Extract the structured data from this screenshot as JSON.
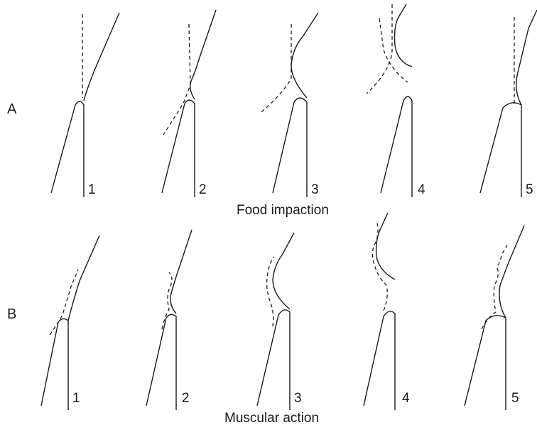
{
  "row_a": {
    "label": "A",
    "caption": "Food impaction",
    "panels": [
      "1",
      "2",
      "3",
      "4",
      "5"
    ]
  },
  "row_b": {
    "label": "B",
    "caption": "Muscular action",
    "panels": [
      "1",
      "2",
      "3",
      "4",
      "5"
    ]
  },
  "colors": {
    "ink": "#1a1a1a",
    "background": "#ffffff"
  }
}
